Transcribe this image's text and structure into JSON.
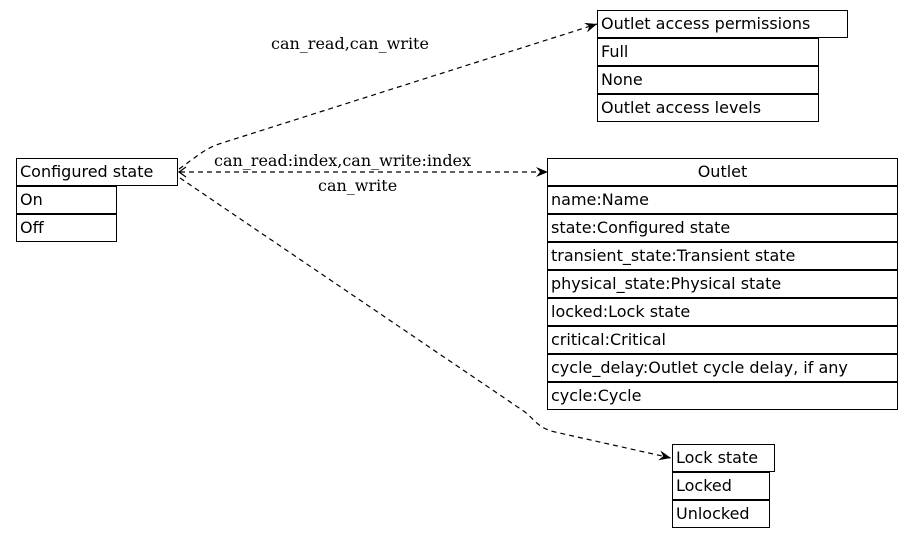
{
  "nodes": {
    "configured_state": {
      "title": "Configured state",
      "rows": [
        "On",
        "Off"
      ]
    },
    "outlet_access_permissions": {
      "title": "Outlet access permissions",
      "rows": [
        "Full",
        "None",
        "Outlet access levels"
      ]
    },
    "outlet": {
      "title": "Outlet",
      "rows": [
        "name:Name",
        "state:Configured state",
        "transient_state:Transient state",
        "physical_state:Physical state",
        "locked:Lock state",
        "critical:Critical",
        "cycle_delay:Outlet cycle delay, if any",
        "cycle:Cycle"
      ]
    },
    "lock_state": {
      "title": "Lock state",
      "rows": [
        "Locked",
        "Unlocked"
      ]
    }
  },
  "edges": {
    "to_permissions": "can_read,can_write",
    "to_outlet_top": "can_read:index,can_write:index",
    "to_outlet_bottom": "can_write"
  }
}
